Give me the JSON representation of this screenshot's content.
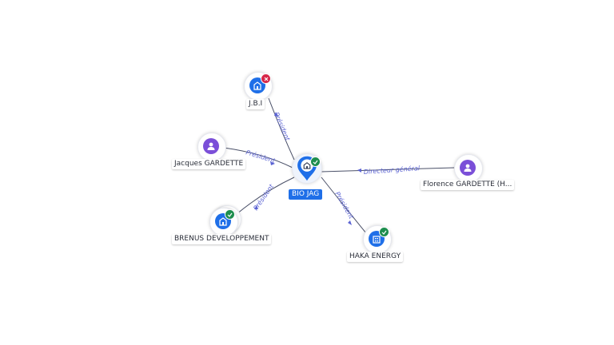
{
  "colors": {
    "company": "#1f6fe8",
    "person": "#7b4fd8",
    "status_ok": "#1e8e4e",
    "status_closed": "#d7284a",
    "edge_label": "#5b63d3"
  },
  "center": {
    "label": "BIO JAG",
    "type": "company",
    "status": "active"
  },
  "nodes": [
    {
      "id": "jbi",
      "label": "J.B.I",
      "type": "company",
      "status": "closed"
    },
    {
      "id": "jacques",
      "label": "Jacques GARDETTE",
      "type": "person"
    },
    {
      "id": "florence",
      "label": "Florence GARDETTE (H...",
      "type": "person"
    },
    {
      "id": "brenus",
      "label": "BRENUS DEVELOPPEMENT",
      "type": "company",
      "status": "active"
    },
    {
      "id": "haka",
      "label": "HAKA ENERGY",
      "type": "company",
      "status": "active"
    }
  ],
  "edges": [
    {
      "id": "e-jbi",
      "label": "Président"
    },
    {
      "id": "e-jacques",
      "label": "Président"
    },
    {
      "id": "e-florence",
      "label": "Directeur général"
    },
    {
      "id": "e-brenus",
      "label": "Président"
    },
    {
      "id": "e-haka",
      "label": "Président"
    }
  ]
}
